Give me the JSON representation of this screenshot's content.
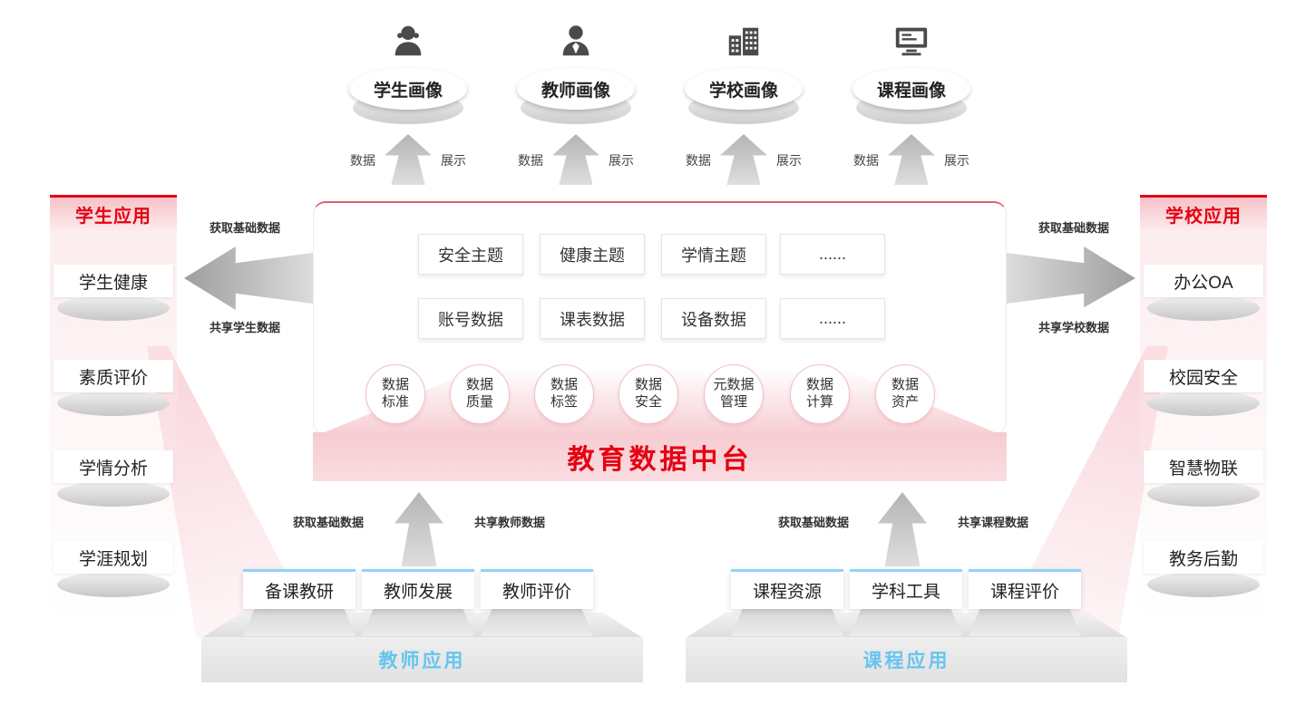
{
  "colors": {
    "accent_red": "#e60012",
    "banner_pink": "#f8d0d6",
    "platform_blue": "#67c4ee",
    "arrow_gray": "#bdbdbd"
  },
  "top_portraits": [
    {
      "icon": "student-icon",
      "label": "学生画像",
      "data_label": "数据",
      "display_label": "展示"
    },
    {
      "icon": "teacher-icon",
      "label": "教师画像",
      "data_label": "数据",
      "display_label": "展示"
    },
    {
      "icon": "school-icon",
      "label": "学校画像",
      "data_label": "数据",
      "display_label": "展示"
    },
    {
      "icon": "course-icon",
      "label": "课程画像",
      "data_label": "数据",
      "display_label": "展示"
    }
  ],
  "center": {
    "title": "教育数据中台",
    "theme_boxes": [
      "安全主题",
      "健康主题",
      "学情主题",
      "......"
    ],
    "data_boxes": [
      "账号数据",
      "课表数据",
      "设备数据",
      "......"
    ],
    "circles": [
      {
        "l1": "数据",
        "l2": "标准"
      },
      {
        "l1": "数据",
        "l2": "质量"
      },
      {
        "l1": "数据",
        "l2": "标签"
      },
      {
        "l1": "数据",
        "l2": "安全"
      },
      {
        "l1": "元数据",
        "l2": "管理"
      },
      {
        "l1": "数据",
        "l2": "计算"
      },
      {
        "l1": "数据",
        "l2": "资产"
      }
    ]
  },
  "left_panel": {
    "title": "学生应用",
    "items": [
      "学生健康",
      "素质评价",
      "学情分析",
      "学涯规划"
    ],
    "arrow_label_top": "获取基础数据",
    "arrow_label_bottom": "共享学生数据"
  },
  "right_panel": {
    "title": "学校应用",
    "items": [
      "办公OA",
      "校园安全",
      "智慧物联",
      "教务后勤"
    ],
    "arrow_label_top": "获取基础数据",
    "arrow_label_bottom": "共享学校数据"
  },
  "bottom_platforms": [
    {
      "title": "教师应用",
      "items": [
        "备课教研",
        "教师发展",
        "教师评价"
      ],
      "arrow_label_left": "获取基础数据",
      "arrow_label_right": "共享教师数据"
    },
    {
      "title": "课程应用",
      "items": [
        "课程资源",
        "学科工具",
        "课程评价"
      ],
      "arrow_label_left": "获取基础数据",
      "arrow_label_right": "共享课程数据"
    }
  ]
}
